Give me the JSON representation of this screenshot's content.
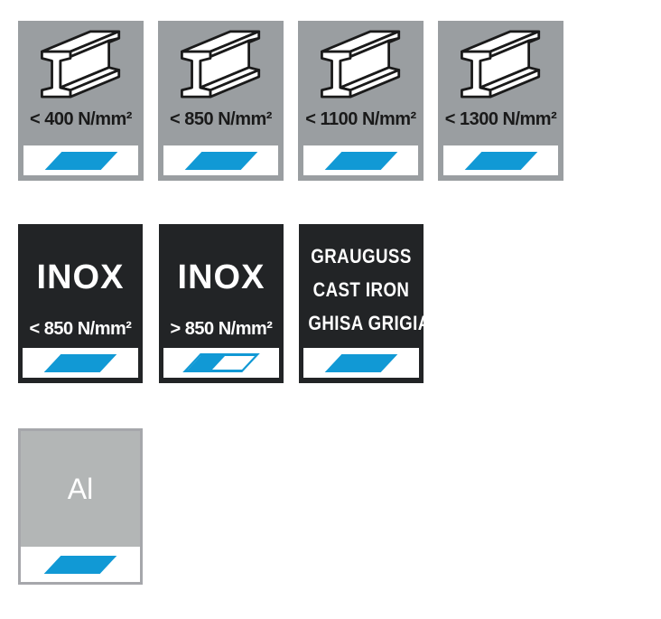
{
  "colors": {
    "badge_gray": "#9a9ea1",
    "badge_black": "#222426",
    "accent_blue": "#1199d5",
    "al_fill": "#b3b6b6",
    "al_border": "#a6a7ab",
    "text_dark": "#1a1a1a",
    "text_light": "#ffffff",
    "page_bg": "#ffffff"
  },
  "steel_badges": [
    {
      "label": "< 400 N/mm²"
    },
    {
      "label": "< 850 N/mm²"
    },
    {
      "label": "< 1100 N/mm²"
    },
    {
      "label": "< 1300 N/mm²"
    }
  ],
  "inox_badges": [
    {
      "title": "INOX",
      "label": "< 850 N/mm²",
      "marker": "solid"
    },
    {
      "title": "INOX",
      "label": "> 850 N/mm²",
      "marker": "half"
    }
  ],
  "cast_iron_badge": {
    "lines": [
      "GRAUGUSS",
      "CAST IRON",
      "GHISA GRIGIA"
    ],
    "marker": "solid"
  },
  "aluminum_badge": {
    "symbol": "Al",
    "marker": "solid"
  }
}
